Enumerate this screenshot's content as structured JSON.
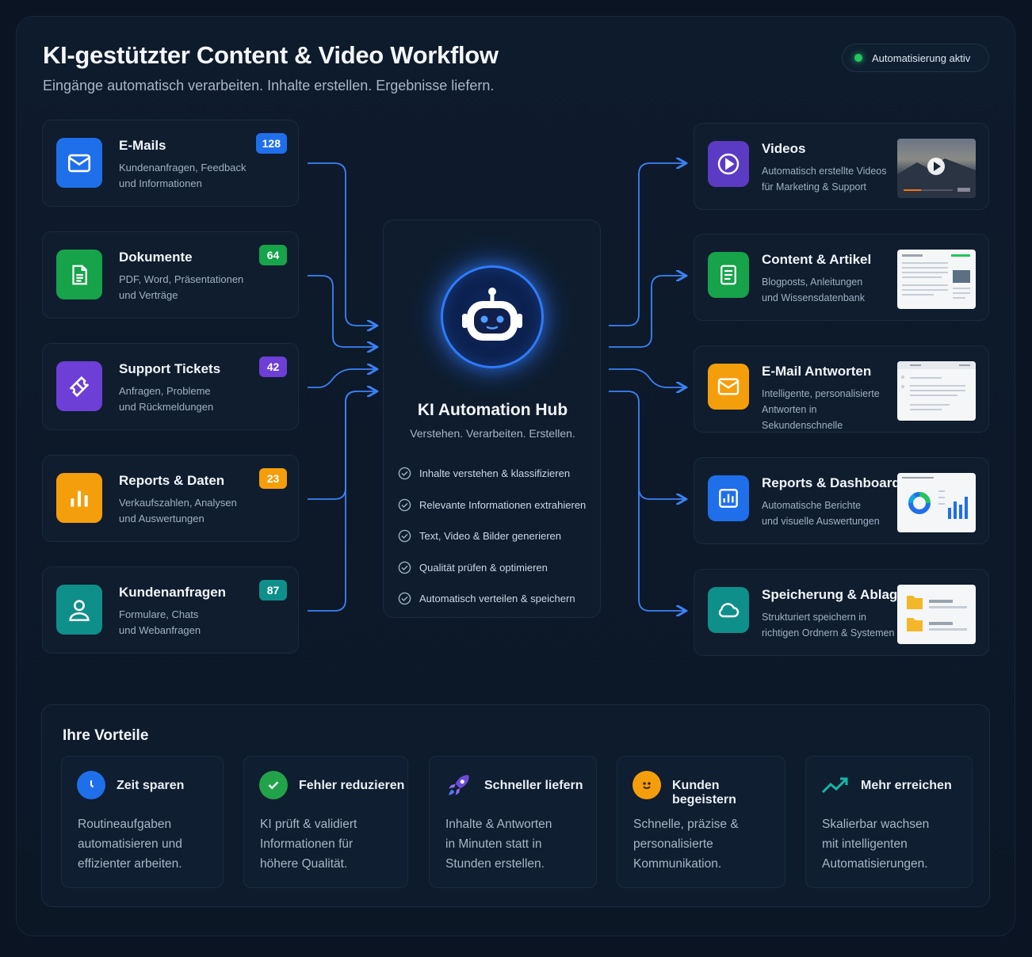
{
  "header": {
    "title": "KI-gestützter Content & Video Workflow",
    "subtitle": "Eingänge automatisch verarbeiten. Inhalte erstellen. Ergebnisse liefern.",
    "status": "Automatisierung aktiv"
  },
  "inputs": [
    {
      "title": "E-Mails",
      "desc1": "Kundenanfragen, Feedback",
      "desc2": "und Informationen",
      "count": "128",
      "icon": "mail-icon",
      "color": "#1f6feb"
    },
    {
      "title": "Dokumente",
      "desc1": "PDF, Word, Präsentationen",
      "desc2": "und Verträge",
      "count": "64",
      "icon": "document-icon",
      "color": "#16a34a"
    },
    {
      "title": "Support Tickets",
      "desc1": "Anfragen, Probleme",
      "desc2": "und Rückmeldungen",
      "count": "42",
      "icon": "ticket-icon",
      "color": "#6d3fd6"
    },
    {
      "title": "Reports & Daten",
      "desc1": "Verkaufszahlen, Analysen",
      "desc2": "und Auswertungen",
      "count": "23",
      "icon": "bar-chart-icon",
      "color": "#f59e0b"
    },
    {
      "title": "Kundenanfragen",
      "desc1": "Formulare, Chats",
      "desc2": "und Webanfragen",
      "count": "87",
      "icon": "user-icon",
      "color": "#0f8f8a"
    }
  ],
  "hub": {
    "title": "KI Automation Hub",
    "subtitle": "Verstehen. Verarbeiten. Erstellen.",
    "icon": "robot-icon",
    "steps": [
      "Inhalte verstehen & klassifizieren",
      "Relevante Informationen extrahieren",
      "Text, Video & Bilder generieren",
      "Qualität prüfen & optimieren",
      "Automatisch verteilen & speichern"
    ]
  },
  "outputs": [
    {
      "title": "Videos",
      "desc1": "Automatisch erstellte Videos",
      "desc2": "für Marketing & Support",
      "icon": "play-icon",
      "color": "#5b3bc4"
    },
    {
      "title": "Content & Artikel",
      "desc1": "Blogposts, Anleitungen",
      "desc2": "und Wissensdatenbank",
      "icon": "article-icon",
      "color": "#16a34a"
    },
    {
      "title": "E-Mail Antworten",
      "desc1": "Intelligente, personalisierte",
      "desc2": "Antworten in Sekundenschnelle",
      "icon": "mail-icon",
      "color": "#f59e0b"
    },
    {
      "title": "Reports & Dashboards",
      "desc1": "Automatische Berichte",
      "desc2": "und visuelle Auswertungen",
      "icon": "bar-chart-icon",
      "color": "#1f6feb"
    },
    {
      "title": "Speicherung & Ablage",
      "desc1": "Strukturiert speichern in",
      "desc2": "richtigen Ordnern & Systemen",
      "icon": "cloud-icon",
      "color": "#0f8f8a"
    }
  ],
  "benefits": {
    "title": "Ihre Vorteile",
    "items": [
      {
        "title": "Zeit sparen",
        "l1": "Routineaufgaben",
        "l2": "automatisieren und",
        "l3": "effizienter arbeiten.",
        "icon": "clock-icon"
      },
      {
        "title": "Fehler reduzieren",
        "l1": "KI prüft & validiert",
        "l2": "Informationen für",
        "l3": "höhere Qualität.",
        "icon": "check-circle-icon"
      },
      {
        "title": "Schneller liefern",
        "l1": "Inhalte & Antworten",
        "l2": "in Minuten statt in",
        "l3": "Stunden erstellen.",
        "icon": "rocket-icon"
      },
      {
        "title": "Kunden begeistern",
        "l1": "Schnelle, präzise &",
        "l2": "personalisierte",
        "l3": "Kommunikation.",
        "icon": "smile-icon"
      },
      {
        "title": "Mehr erreichen",
        "l1": "Skalierbar wachsen",
        "l2": "mit intelligenten",
        "l3": "Automatisierungen.",
        "icon": "trend-up-icon"
      }
    ]
  }
}
